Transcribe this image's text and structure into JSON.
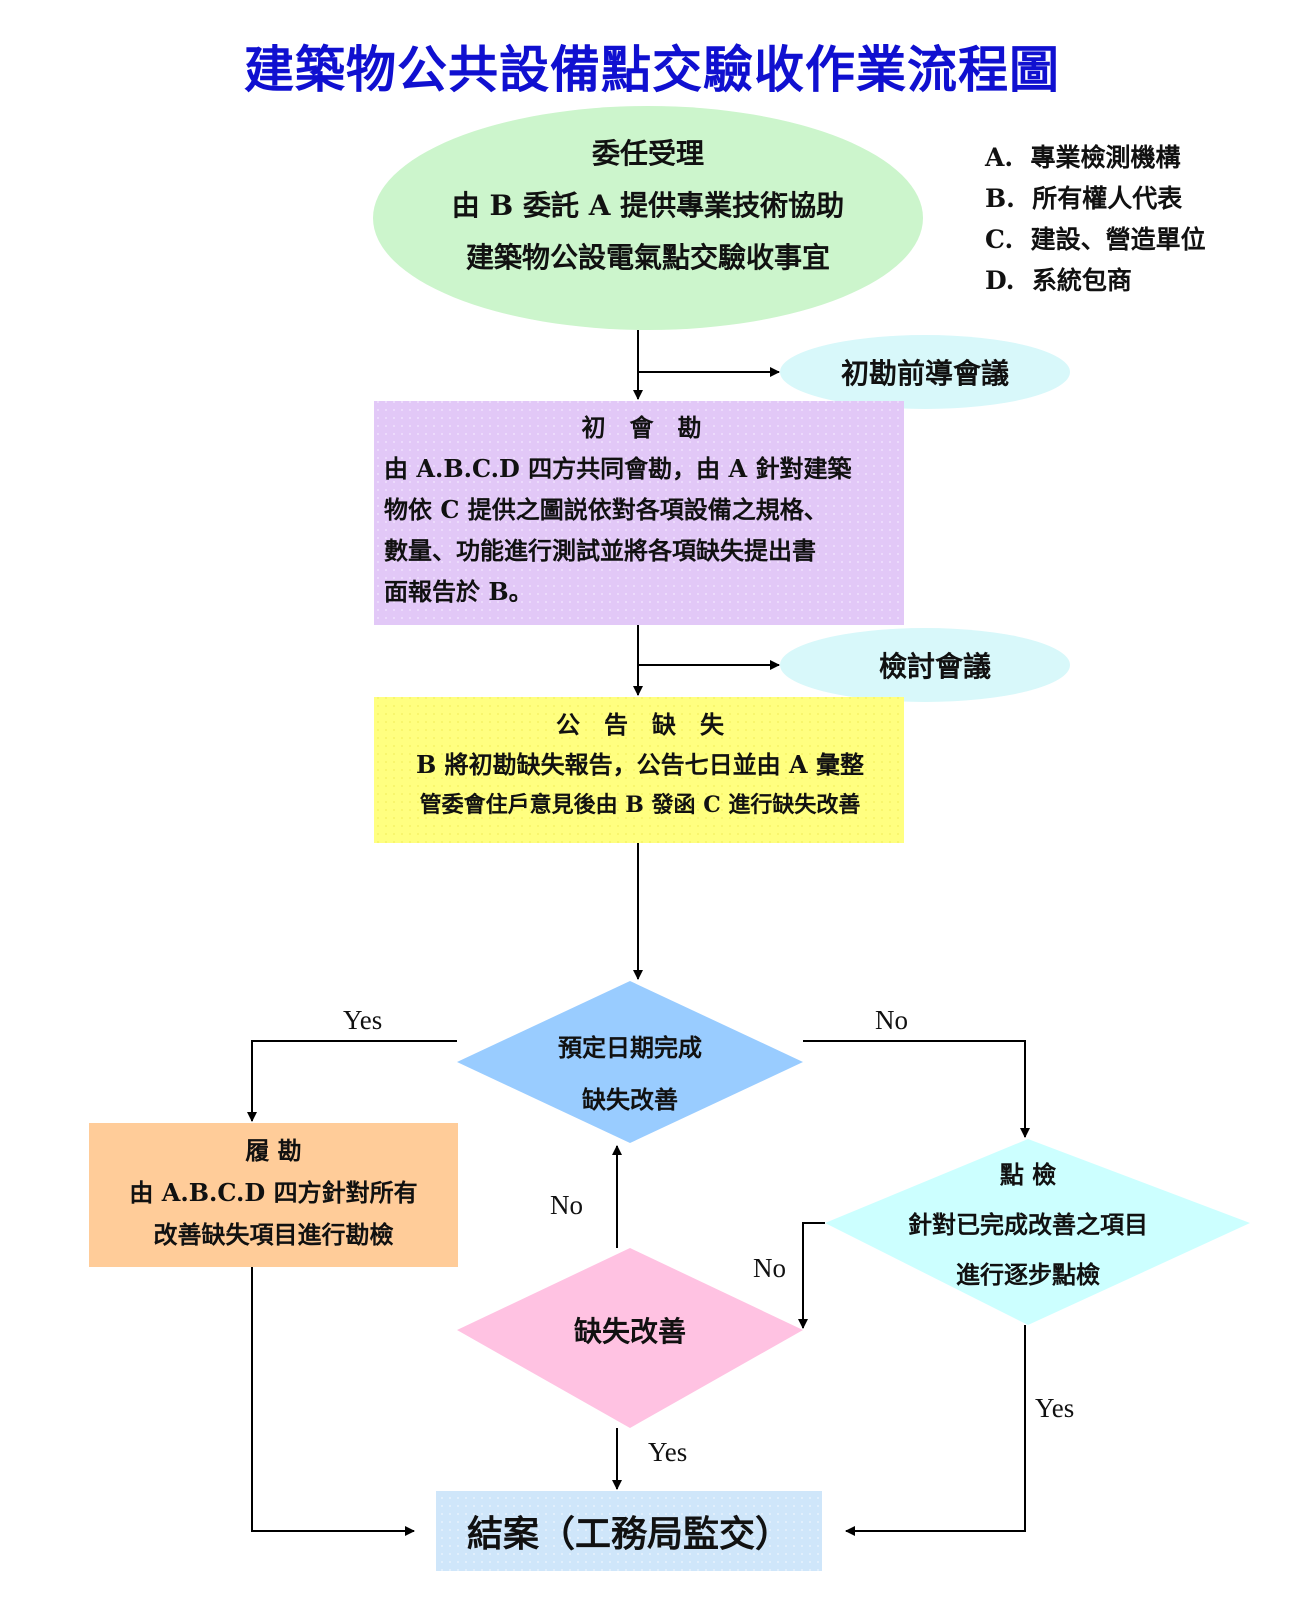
{
  "title": "建築物公共設備點交驗收作業流程圖",
  "colors": {
    "title": "#1010d0",
    "start_ellipse": "#ccf5cc",
    "meeting_ellipse": "#d8f8fa",
    "initial_survey_box": "#e2c8f7",
    "announce_box": "#ffff80",
    "decision_due": "#99ccff",
    "inspect_diamond": "#ccffff",
    "fix_diamond": "#ffc2e2",
    "resurvey_box": "#ffcc99",
    "close_box": "#cfe6fa"
  },
  "legend": [
    {
      "key": "A.",
      "label": "專業檢測機構"
    },
    {
      "key": "B.",
      "label": "所有權人代表"
    },
    {
      "key": "C.",
      "label": "建設、營造單位"
    },
    {
      "key": "D.",
      "label": "系統包商"
    }
  ],
  "nodes": {
    "start": {
      "title": "委任受理",
      "lines": [
        "由 B 委託 A 提供專業技術協助",
        "建築物公設電氣點交驗收事宜"
      ]
    },
    "pre_meeting": {
      "label": "初勘前導會議"
    },
    "initial_survey": {
      "title": "初　會　勘",
      "lines": [
        "由 A.B.C.D 四方共同會勘，由 A 針對建築",
        "物依 C 提供之圖説依對各項設備之規格、",
        "數量、功能進行測試並將各項缺失提出書",
        "面報告於 B。"
      ]
    },
    "review_meeting": {
      "label": "檢討會議"
    },
    "announce": {
      "title": "公　告　缺　失",
      "lines": [
        "B 將初勘缺失報告，公告七日並由 A 彙整",
        "管委會住戶意見後由 B 發函 C 進行缺失改善"
      ]
    },
    "due_decision": {
      "lines": [
        "預定日期完成",
        "缺失改善"
      ]
    },
    "resurvey": {
      "title": "履 勘",
      "lines": [
        "由 A.B.C.D 四方針對所有",
        "改善缺失項目進行勘檢"
      ]
    },
    "inspect": {
      "title": "點 檢",
      "lines": [
        "針對已完成改善之項目",
        "進行逐步點檢"
      ]
    },
    "fix": {
      "label": "缺失改善"
    },
    "close": {
      "label": "結案（工務局監交）"
    }
  },
  "edge_labels": {
    "due_yes": "Yes",
    "due_no": "No",
    "fix_no_up": "No",
    "inspect_no": "No",
    "fix_yes": "Yes",
    "inspect_yes": "Yes"
  }
}
